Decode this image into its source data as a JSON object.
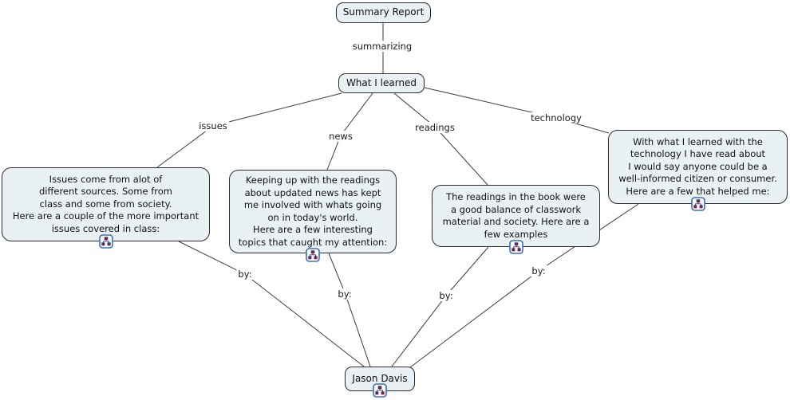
{
  "diagram_title": "Summary Report concept map",
  "colors": {
    "background": "#ffffff",
    "node_fill": "#e9f1f5",
    "node_border": "#2b2b2b",
    "link_line": "#3d3d3d",
    "icon_border": "#3a6ec2",
    "icon_glyph_box": "#8c1f33",
    "icon_glyph_line": "#27357a"
  },
  "nodes": {
    "summary_report": "Summary Report",
    "what_i_learned": "What I learned",
    "issues_box": "Issues come from alot of\ndifferent sources. Some from\nclass and some from society.\nHere are a couple of the more important\nissues covered in class:",
    "news_box": "Keeping up with the readings\nabout updated news has kept\nme involved with whats going\non in today's world.\nHere are a few interesting\ntopics that caught my attention:",
    "readings_box": "The readings in the book were\na good balance of classwork\nmaterial and society. Here are a\nfew examples",
    "technology_box": "With what I learned with the\ntechnology I have read about\nI would say anyone could be a\nwell-informed citizen or consumer.\nHere are a few that helped me:",
    "author": "Jason Davis"
  },
  "links": {
    "summarizing": "summarizing",
    "issues": "issues",
    "news": "news",
    "readings": "readings",
    "technology": "technology",
    "by_issues": "by:",
    "by_news": "by:",
    "by_readings": "by:",
    "by_technology": "by:"
  },
  "icons": {
    "resource": "org-chart-resource-icon"
  }
}
